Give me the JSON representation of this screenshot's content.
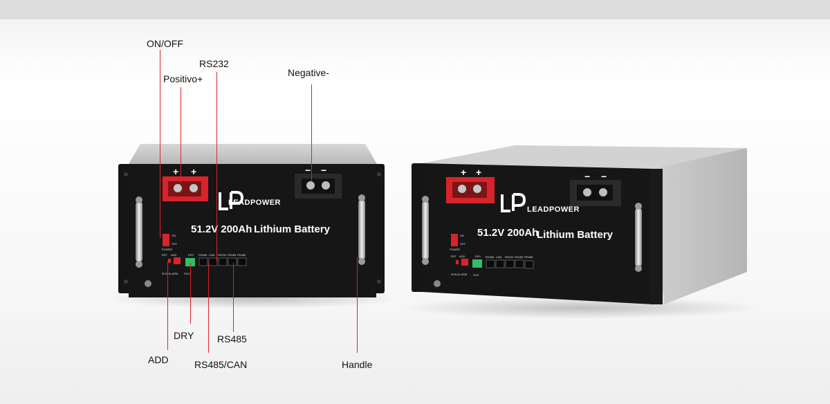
{
  "callouts": {
    "on_off": "ON/OFF",
    "positive": "Positivo+",
    "rs232": "RS232",
    "negative": "Negative-",
    "dry": "DRY",
    "rs485": "RS485",
    "add": "ADD",
    "rs485_can": "RS485/CAN",
    "handle": "Handle"
  },
  "product": {
    "brand": "LEADPOWER",
    "logo_mark": "LP",
    "spec": "51.2V 200Ah",
    "type": "Lithium Battery",
    "panel": {
      "terminal_pos": "+",
      "terminal_neg": "−",
      "switch_on": "ON",
      "switch_off": "OFF",
      "switch_label": "POWER",
      "rst": "RST",
      "add": "ADD",
      "dry": "DRY",
      "port_labels": [
        "RS485",
        "CAN",
        "RS232",
        "RS485",
        "RS485"
      ],
      "run_alarm": "RUN ALARM",
      "soc": "SOC"
    }
  },
  "colors": {
    "accent_line": "#d9232a",
    "chassis": "#141414",
    "positive_terminal": "#d9232a",
    "negative_terminal": "#2a2a2a"
  }
}
